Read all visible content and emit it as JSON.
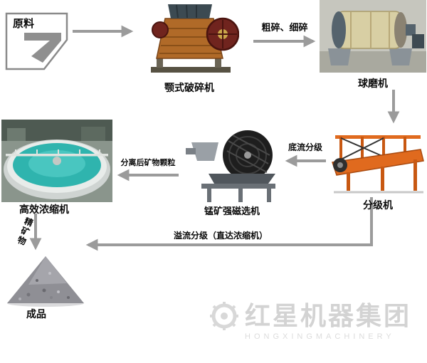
{
  "nodes": {
    "raw_material": "原料",
    "jaw_crusher": "颚式破碎机",
    "ball_mill": "球磨机",
    "classifier": "分级机",
    "magnetic_separator": "锰矿强磁选机",
    "thickener": "高效浓缩机",
    "product": "成品"
  },
  "edge_labels": {
    "crushing": "粗碎、细碎",
    "underflow": "底流分级",
    "separated": "分离后矿物颗粒",
    "concentrate": "精矿物",
    "overflow": "溢流分级（直达浓缩机）"
  },
  "watermark": {
    "brand": "红星机器集团",
    "sub": "HONGXINGMACHINERY"
  },
  "colors": {
    "arrow": "#9b9b9b",
    "label": "#0a0a0a",
    "classifier_orange": "#e06a1e",
    "crusher_body": "#b06a28",
    "mill_cylinder": "#d8cfa4",
    "water_cyan": "#2fb4ae",
    "drum_black": "#1e1e1e",
    "ore_gray": "#8f8f95",
    "watermark_gray": "#d3d3d3"
  }
}
